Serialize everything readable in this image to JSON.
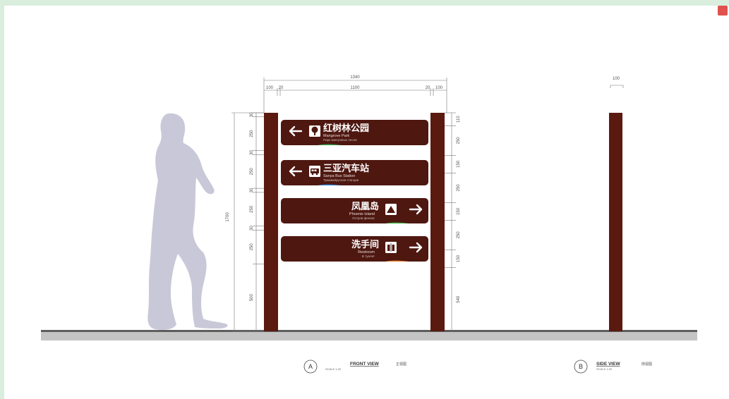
{
  "dimensions": {
    "total_width": "1340",
    "segments_top": [
      "100",
      "20",
      "1100",
      "20",
      "100"
    ],
    "side_width": "100",
    "total_height": "1700",
    "left_segments": [
      "30",
      "250",
      "30",
      "250",
      "30",
      "250",
      "30",
      "250",
      "500"
    ],
    "right_segments": [
      "110",
      "250",
      "150",
      "250",
      "150",
      "250",
      "150",
      "540"
    ]
  },
  "signs": [
    {
      "cn": "红树林公园",
      "en": "Mangrove Park",
      "ru": "Парк мангровых лесов",
      "arrow": "left",
      "icon": "tree-icon",
      "accent": "#2fa84f"
    },
    {
      "cn": "三亚汽车站",
      "en": "Sanya Bus Station",
      "ru": "Трамвайрусная станция",
      "arrow": "left",
      "icon": "bus-icon",
      "accent": "#2a7fd1"
    },
    {
      "cn": "凤凰岛",
      "en": "Phoenix Island",
      "ru": "Остров феникс",
      "arrow": "right",
      "icon": "mountain-icon",
      "accent": "#3cab3c"
    },
    {
      "cn": "洗手间",
      "en": "Restroom",
      "ru": "В туалет",
      "arrow": "right",
      "icon": "restroom-icon",
      "accent": "#e07a2a"
    }
  ],
  "views": [
    {
      "letter": "A",
      "title": "FRONT VIEW",
      "cn": "正视图",
      "scale": "SCALE 1:20"
    },
    {
      "letter": "B",
      "title": "SIDE VIEW",
      "cn": "侧视图",
      "scale": "SCALE 1:20"
    }
  ],
  "colors": {
    "post": "#5a1a10",
    "sign": "#4e1710",
    "ground": "#8a8a8a",
    "silhouette": "#c9c8d8"
  }
}
